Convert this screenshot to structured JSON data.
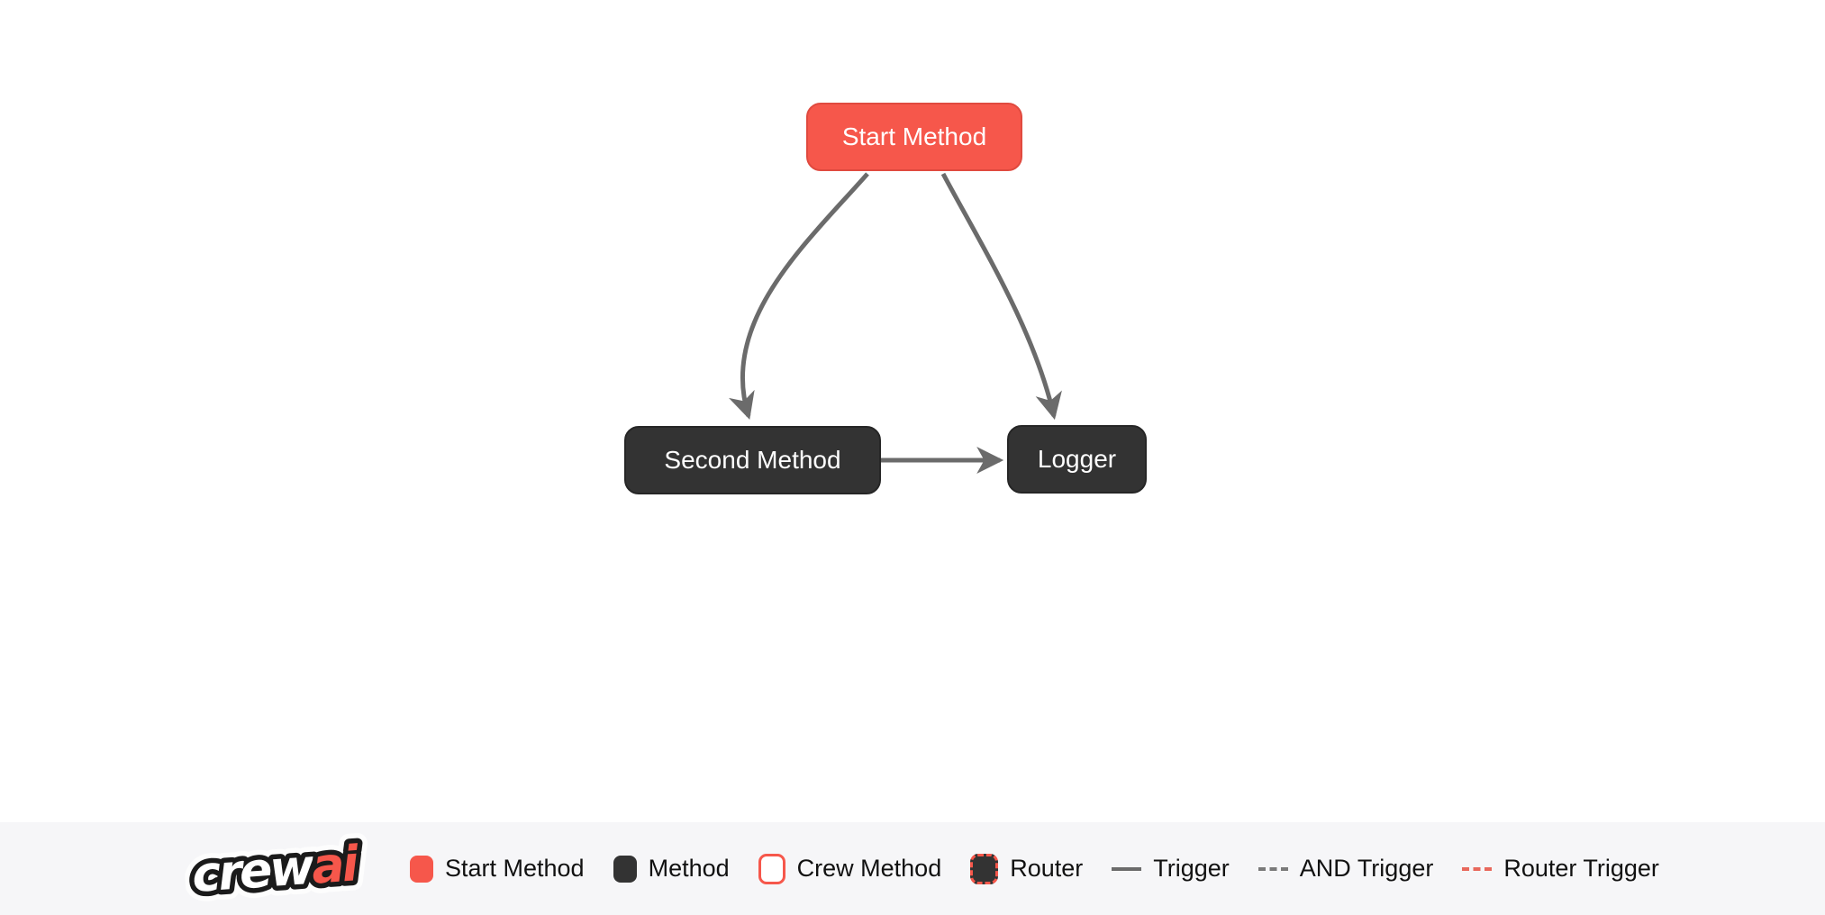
{
  "diagram": {
    "nodes": [
      {
        "id": "start_method",
        "label": "Start Method",
        "type": "start-method"
      },
      {
        "id": "second_method",
        "label": "Second Method",
        "type": "method"
      },
      {
        "id": "logger",
        "label": "Logger",
        "type": "method"
      }
    ],
    "edges": [
      {
        "from": "start_method",
        "to": "second_method",
        "type": "trigger"
      },
      {
        "from": "start_method",
        "to": "logger",
        "type": "trigger"
      },
      {
        "from": "second_method",
        "to": "logger",
        "type": "trigger"
      }
    ]
  },
  "legend": {
    "logo": {
      "part1": "crew",
      "part2": "ai"
    },
    "items": [
      {
        "label": "Start Method",
        "swatch": "start-method-node"
      },
      {
        "label": "Method",
        "swatch": "method-node"
      },
      {
        "label": "Crew Method",
        "swatch": "crew-method-node"
      },
      {
        "label": "Router",
        "swatch": "router-node"
      },
      {
        "label": "Trigger",
        "swatch": "solid-line"
      },
      {
        "label": "AND Trigger",
        "swatch": "dashed-line"
      },
      {
        "label": "Router Trigger",
        "swatch": "red-dashed-line"
      }
    ]
  },
  "colors": {
    "start_node_fill": "#f6574b",
    "start_node_border": "#e04a3f",
    "method_node_fill": "#333333",
    "edge_gray": "#6b6b6b",
    "router_trigger_red": "#e8685c",
    "legend_background": "#f6f6f8",
    "legend_text": "#111111",
    "node_text": "#ffffff",
    "logo_ai_red": "#f6574b"
  }
}
